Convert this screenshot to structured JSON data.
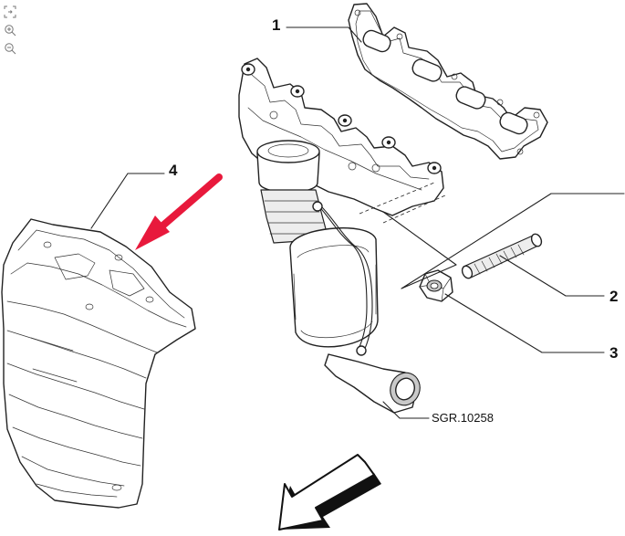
{
  "toolbar": {
    "icons": [
      "fit-icon",
      "zoom-in-icon",
      "zoom-out-icon"
    ]
  },
  "diagram": {
    "reference_code": "SGR.10258",
    "callouts": {
      "gasket": "1",
      "stud": "2",
      "nut": "3",
      "heat_shield": "4"
    },
    "colors": {
      "highlight_arrow": "#e8193c",
      "line": "#222222"
    }
  }
}
